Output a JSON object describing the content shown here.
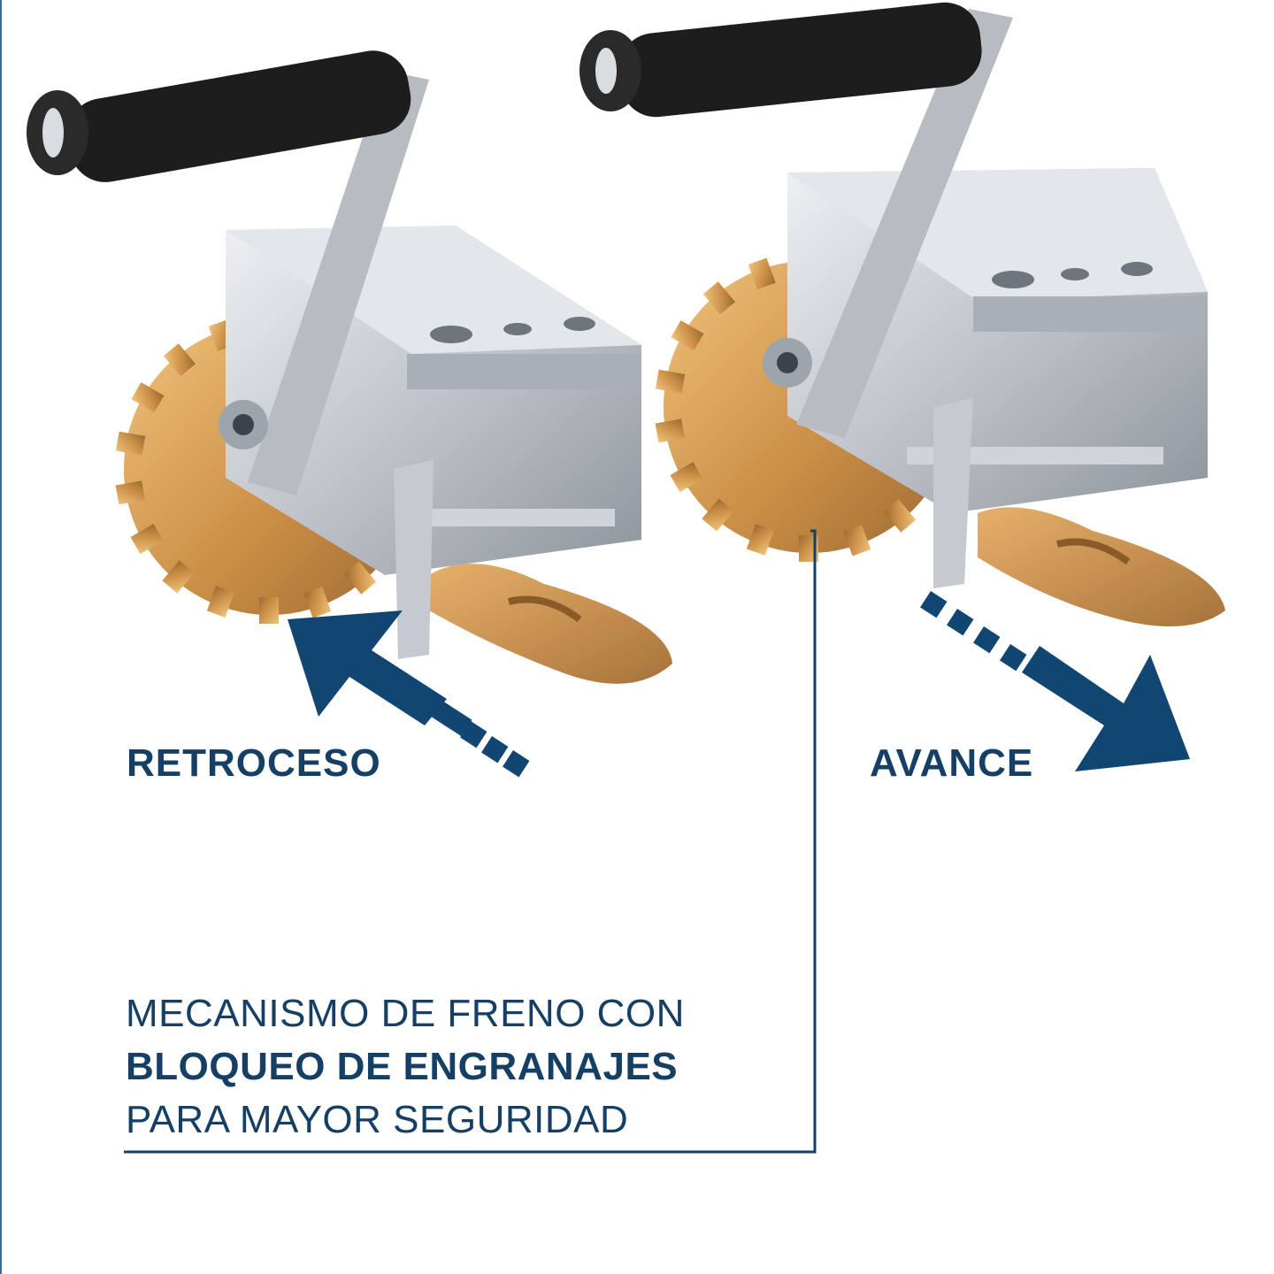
{
  "labels": {
    "left": "RETROCESO",
    "right": "AVANCE"
  },
  "caption": {
    "line1": "MECANISMO DE FRENO CON",
    "line2": "BLOQUEO DE ENGRANAJES",
    "line3": "PARA MAYOR SEGURIDAD"
  },
  "colors": {
    "navy": "#163f66",
    "arrow": "#124672",
    "gear": "#d7a45a",
    "steel": "#c8ccd1",
    "handle": "#1b1b1b"
  }
}
